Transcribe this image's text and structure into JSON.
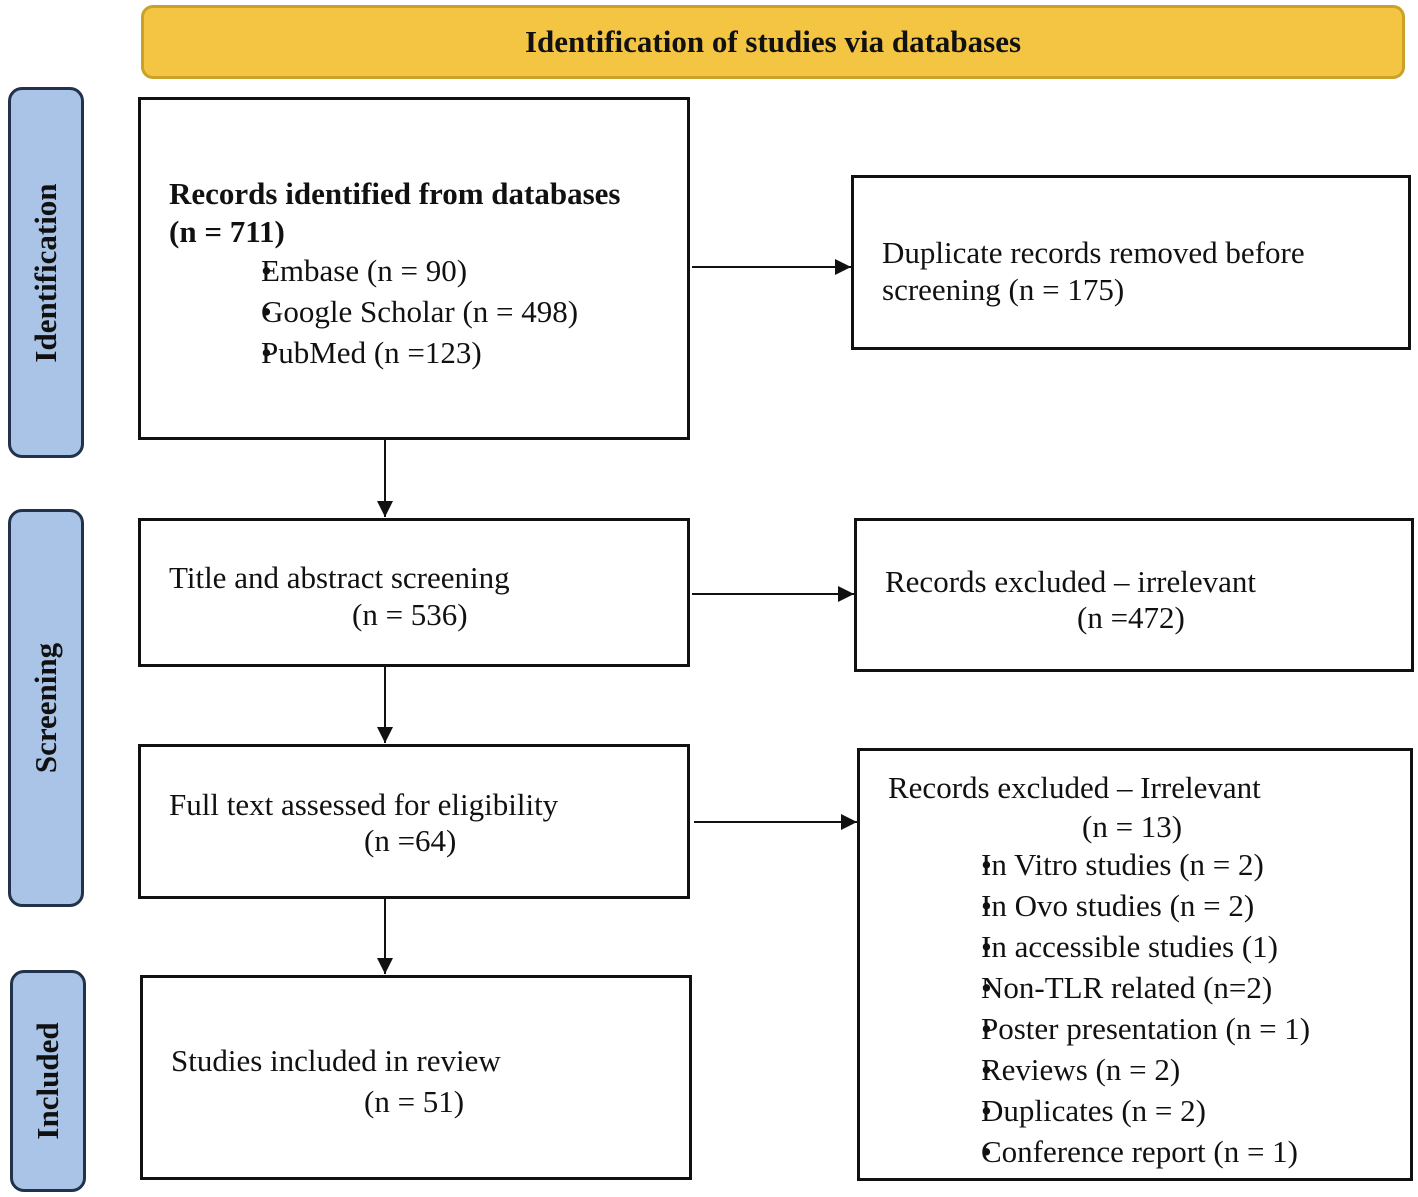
{
  "header": {
    "title": "Identification of studies via databases"
  },
  "stages": {
    "identification": "Identification",
    "screening": "Screening",
    "included": "Included"
  },
  "records_identified": {
    "title": "Records identified from databases",
    "count": "(n = 711)",
    "sources": [
      "Embase (n = 90)",
      "Google Scholar (n = 498)",
      "PubMed (n =123)"
    ]
  },
  "duplicates_removed": {
    "line1": "Duplicate records removed before",
    "line2": "screening (n = 175)"
  },
  "title_abstract": {
    "label": "Title and abstract screening",
    "count": "(n = 536)"
  },
  "excluded_irrelevant": {
    "label": "Records excluded – irrelevant",
    "count": "(n =472)"
  },
  "full_text": {
    "label": "Full text assessed for eligibility",
    "count": "(n =64)"
  },
  "excluded_fulltext": {
    "label": "Records excluded – Irrelevant",
    "count": "(n = 13)",
    "reasons": [
      "In Vitro studies (n = 2)",
      "In Ovo studies (n = 2)",
      "In accessible studies (1)",
      "Non-TLR related (n=2)",
      "Poster presentation (n = 1)",
      "Reviews (n = 2)",
      "Duplicates (n = 2)",
      "Conference report (n = 1)"
    ]
  },
  "included": {
    "label": "Studies included in review",
    "count": "(n = 51)"
  }
}
